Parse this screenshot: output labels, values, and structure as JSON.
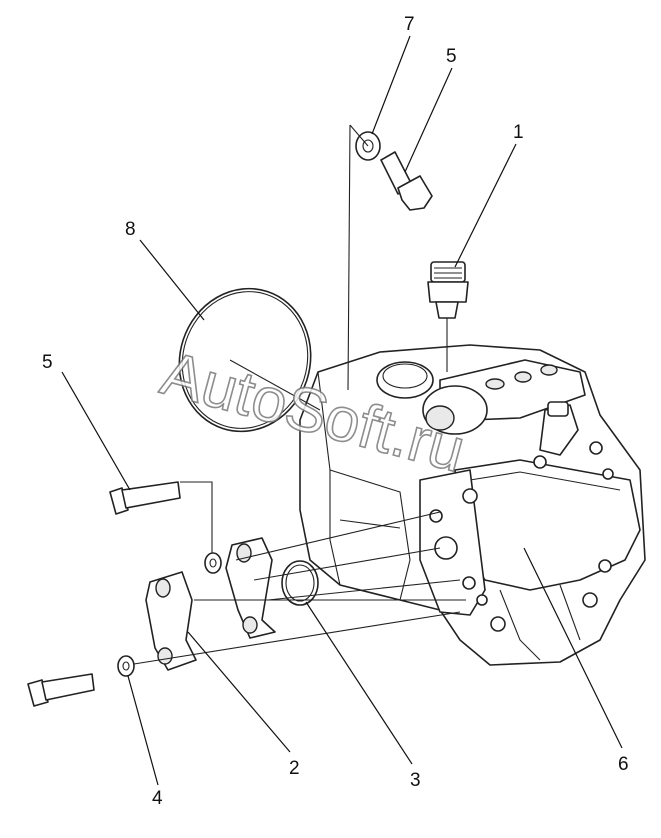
{
  "watermark": "AutoSoft.ru",
  "callouts": [
    {
      "id": "1",
      "label": "1"
    },
    {
      "id": "2",
      "label": "2"
    },
    {
      "id": "3",
      "label": "3"
    },
    {
      "id": "4",
      "label": "4"
    },
    {
      "id": "5a",
      "label": "5"
    },
    {
      "id": "5b",
      "label": "5"
    },
    {
      "id": "6",
      "label": "6"
    },
    {
      "id": "7",
      "label": "7"
    },
    {
      "id": "8",
      "label": "8"
    }
  ]
}
